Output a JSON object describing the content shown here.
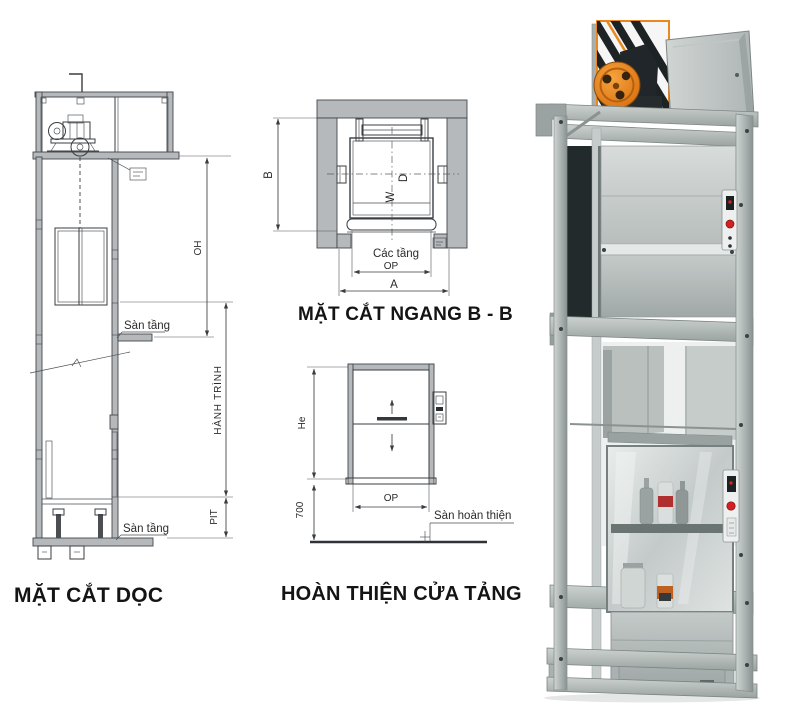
{
  "page": {
    "background": "#ffffff"
  },
  "colors": {
    "drawing_line": "#3a3e42",
    "wall_fill": "#b5b9bc",
    "sill_fill": "#9aa0a4",
    "ground_line": "#2f3337",
    "title_text": "#141414",
    "label_text": "#2b2b2b",
    "photo_orange": "#e8881e",
    "photo_red": "#d42020",
    "photo_steel": "#b4bbba",
    "photo_dark": "#22282a"
  },
  "vertical_section": {
    "title": "MẶT CẮT DỌC",
    "labels": {
      "floor_upper": "Sàn tầng",
      "floor_lower": "Sàn tầng",
      "overhead": "OH",
      "travel": "HÀNH TRÌNH",
      "pit": "PIT"
    }
  },
  "cross_section": {
    "title": "MẶT CẮT NGANG B - B",
    "labels": {
      "shaft_depth": "B",
      "car_width": "W",
      "car_depth": "D",
      "floors_note": "Các tầng",
      "opening": "OP",
      "shaft_width": "A"
    }
  },
  "door_finish": {
    "title": "HOÀN THIỆN CỬA TẢNG",
    "labels": {
      "door_height": "He",
      "sill_height": "700",
      "opening": "OP",
      "finished_floor": "Sàn hoàn thiện"
    }
  }
}
